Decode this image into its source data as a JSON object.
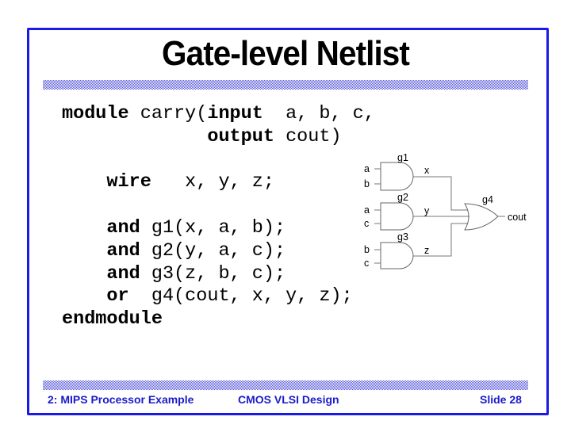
{
  "slide": {
    "title": "Gate-level Netlist",
    "border_color": "#1a1ae6",
    "accent_color": "#1a1acc"
  },
  "code": {
    "lines": [
      [
        {
          "t": "module",
          "kw": true
        },
        {
          "t": " carry(",
          "kw": false
        },
        {
          "t": "input",
          "kw": true
        },
        {
          "t": "  a, b, c,",
          "kw": false
        }
      ],
      [
        {
          "t": "             ",
          "kw": false
        },
        {
          "t": "output",
          "kw": true
        },
        {
          "t": " cout)",
          "kw": false
        }
      ],
      [],
      [
        {
          "t": "    ",
          "kw": false
        },
        {
          "t": "wire",
          "kw": true
        },
        {
          "t": "   x, y, z;",
          "kw": false
        }
      ],
      [],
      [
        {
          "t": "    ",
          "kw": false
        },
        {
          "t": "and",
          "kw": true
        },
        {
          "t": " g1(x, a, b);",
          "kw": false
        }
      ],
      [
        {
          "t": "    ",
          "kw": false
        },
        {
          "t": "and",
          "kw": true
        },
        {
          "t": " g2(y, a, c);",
          "kw": false
        }
      ],
      [
        {
          "t": "    ",
          "kw": false
        },
        {
          "t": "and",
          "kw": true
        },
        {
          "t": " g3(z, b, c);",
          "kw": false
        }
      ],
      [
        {
          "t": "    ",
          "kw": false
        },
        {
          "t": "or",
          "kw": true
        },
        {
          "t": "  g4(cout, x, y, z);",
          "kw": false
        }
      ],
      [
        {
          "t": "endmodule",
          "kw": true
        }
      ]
    ]
  },
  "diagram": {
    "gates": {
      "g1": {
        "label": "g1",
        "type": "and",
        "inputs": [
          "a",
          "b"
        ],
        "output": "x"
      },
      "g2": {
        "label": "g2",
        "type": "and",
        "inputs": [
          "a",
          "c"
        ],
        "output": "y"
      },
      "g3": {
        "label": "g3",
        "type": "and",
        "inputs": [
          "b",
          "c"
        ],
        "output": "z"
      },
      "g4": {
        "label": "g4",
        "type": "or",
        "inputs": [
          "x",
          "y",
          "z"
        ],
        "output": "cout"
      }
    }
  },
  "footer": {
    "left": "2: MIPS Processor Example",
    "center": "CMOS VLSI Design",
    "right": "Slide 28"
  }
}
